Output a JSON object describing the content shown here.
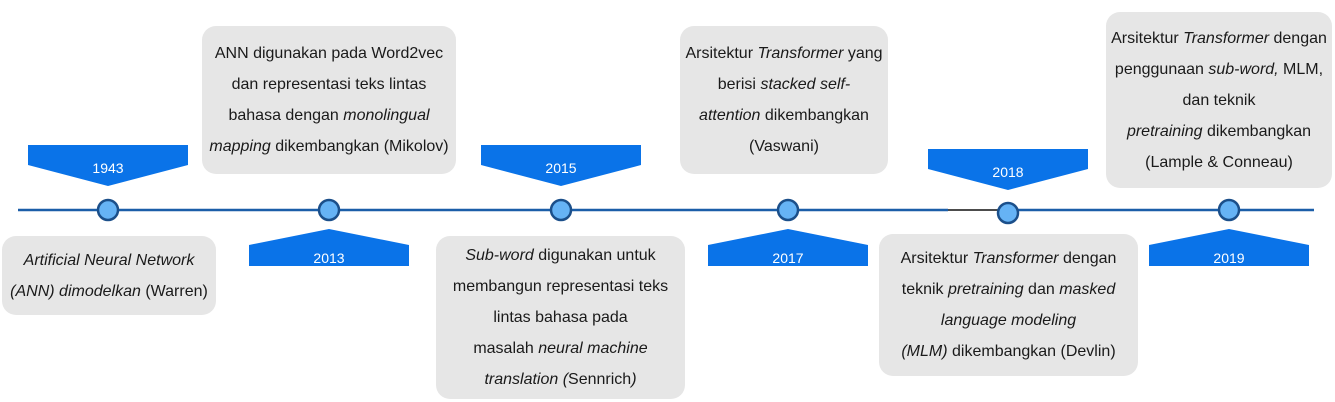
{
  "colors": {
    "line": "#1b5ea8",
    "marker_fill": "#66b3f5",
    "marker_stroke": "#1b4f8a",
    "tag_fill": "#0a73e8",
    "box_fill": "#e6e6e6"
  },
  "events": [
    {
      "year": "1943",
      "lines": [
        [
          {
            "t": "Artificial Neural Network",
            "i": true
          }
        ],
        [
          {
            "t": "(ANN) dimodelkan",
            "i": true
          },
          {
            "t": " (Warren)",
            "i": false
          }
        ]
      ]
    },
    {
      "year": "2013",
      "lines": [
        [
          {
            "t": "ANN digunakan pada Word2vec",
            "i": false
          }
        ],
        [
          {
            "t": "dan representasi teks lintas",
            "i": false
          }
        ],
        [
          {
            "t": "bahasa dengan ",
            "i": false
          },
          {
            "t": "monolingual",
            "i": true
          }
        ],
        [
          {
            "t": "mapping",
            "i": true
          },
          {
            "t": " dikembangkan (Mikolov)",
            "i": false
          }
        ]
      ]
    },
    {
      "year": "2015",
      "lines": [
        [
          {
            "t": "Sub-word",
            "i": true
          },
          {
            "t": " digunakan untuk",
            "i": false
          }
        ],
        [
          {
            "t": "membangun representasi teks",
            "i": false
          }
        ],
        [
          {
            "t": "lintas bahasa pada",
            "i": false
          }
        ],
        [
          {
            "t": "masalah ",
            "i": false
          },
          {
            "t": "neural machine",
            "i": true
          }
        ],
        [
          {
            "t": "translation (",
            "i": true
          },
          {
            "t": "Sennrich",
            "i": false
          },
          {
            "t": ")",
            "i": true
          }
        ]
      ]
    },
    {
      "year": "2017",
      "lines": [
        [
          {
            "t": "Arsitektur ",
            "i": false
          },
          {
            "t": "Transformer",
            "i": true
          },
          {
            "t": " yang",
            "i": false
          }
        ],
        [
          {
            "t": "berisi ",
            "i": false
          },
          {
            "t": "stacked self-",
            "i": true
          }
        ],
        [
          {
            "t": "attention",
            "i": true
          },
          {
            "t": " dikembangkan",
            "i": false
          }
        ],
        [
          {
            "t": "(Vaswani)",
            "i": false
          }
        ]
      ]
    },
    {
      "year": "2018",
      "lines": [
        [
          {
            "t": "Arsitektur ",
            "i": false
          },
          {
            "t": "Transformer",
            "i": true
          },
          {
            "t": " dengan",
            "i": false
          }
        ],
        [
          {
            "t": "teknik ",
            "i": false
          },
          {
            "t": "pretraining",
            "i": true
          },
          {
            "t": " dan ",
            "i": false
          },
          {
            "t": "masked",
            "i": true
          }
        ],
        [
          {
            "t": "language modeling",
            "i": true
          }
        ],
        [
          {
            "t": "(MLM)",
            "i": true
          },
          {
            "t": " dikembangkan (Devlin)",
            "i": false
          }
        ]
      ]
    },
    {
      "year": "2019",
      "lines": [
        [
          {
            "t": "Arsitektur ",
            "i": false
          },
          {
            "t": "Transformer",
            "i": true
          },
          {
            "t": " dengan",
            "i": false
          }
        ],
        [
          {
            "t": "penggunaan ",
            "i": false
          },
          {
            "t": "sub-word,",
            "i": true
          },
          {
            "t": " MLM,",
            "i": false
          }
        ],
        [
          {
            "t": "dan teknik",
            "i": false
          }
        ],
        [
          {
            "t": "pretraining",
            "i": true
          },
          {
            "t": " dikembangkan",
            "i": false
          }
        ],
        [
          {
            "t": "(Lample & Conneau)",
            "i": false
          }
        ]
      ]
    }
  ]
}
